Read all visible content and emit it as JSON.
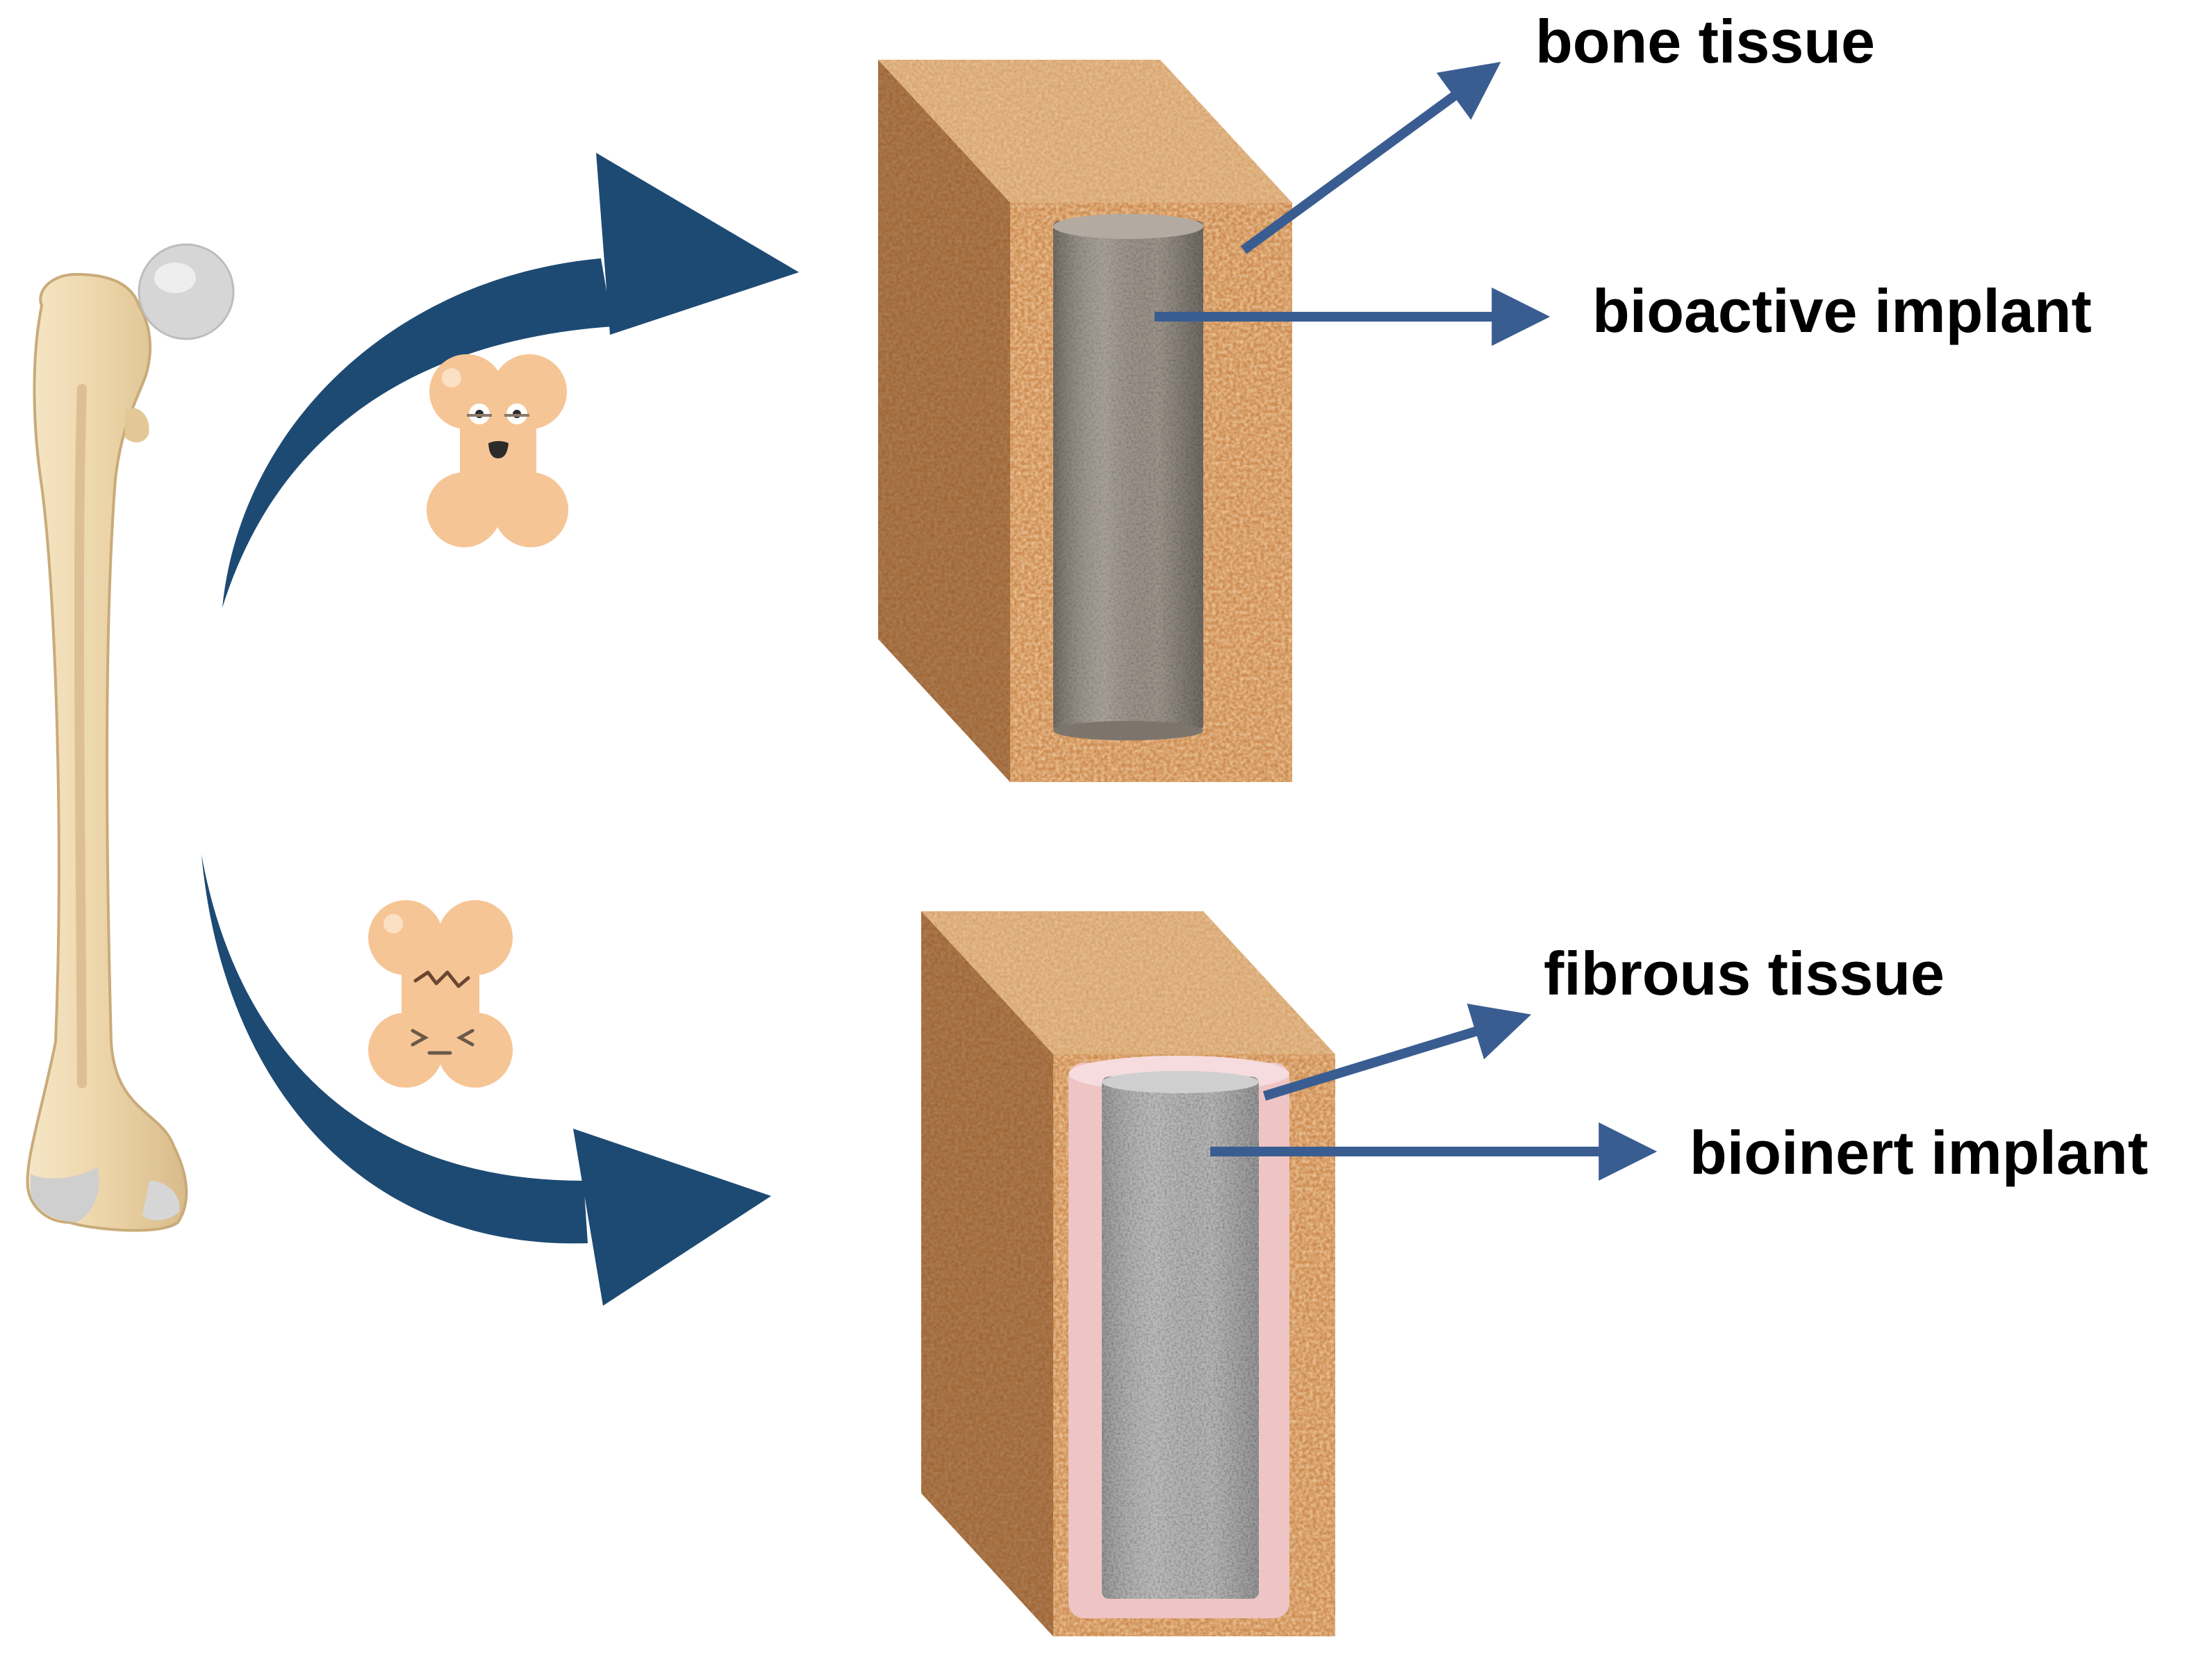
{
  "labels": {
    "bone_tissue": "bone tissue",
    "bioactive_implant": "bioactive implant",
    "fibrous_tissue": "fibrous tissue",
    "bioinert_implant": "bioinert implant"
  },
  "colors": {
    "curved_arrow": "#1d4a73",
    "pointer_arrow": "#3a5d91",
    "block_top": "#d7a26c",
    "block_front": "#cc8a4f",
    "block_side": "#9e6334",
    "bone": "#edd7ae",
    "bone_shade": "#d9bf8f",
    "joint_cap": "#d5d5d5",
    "mascot": "#f6c596",
    "bioactive_implant": "#9c9389",
    "bioinert_implant": "#b5b5b5",
    "fibrous_layer": "#efc6c9"
  }
}
